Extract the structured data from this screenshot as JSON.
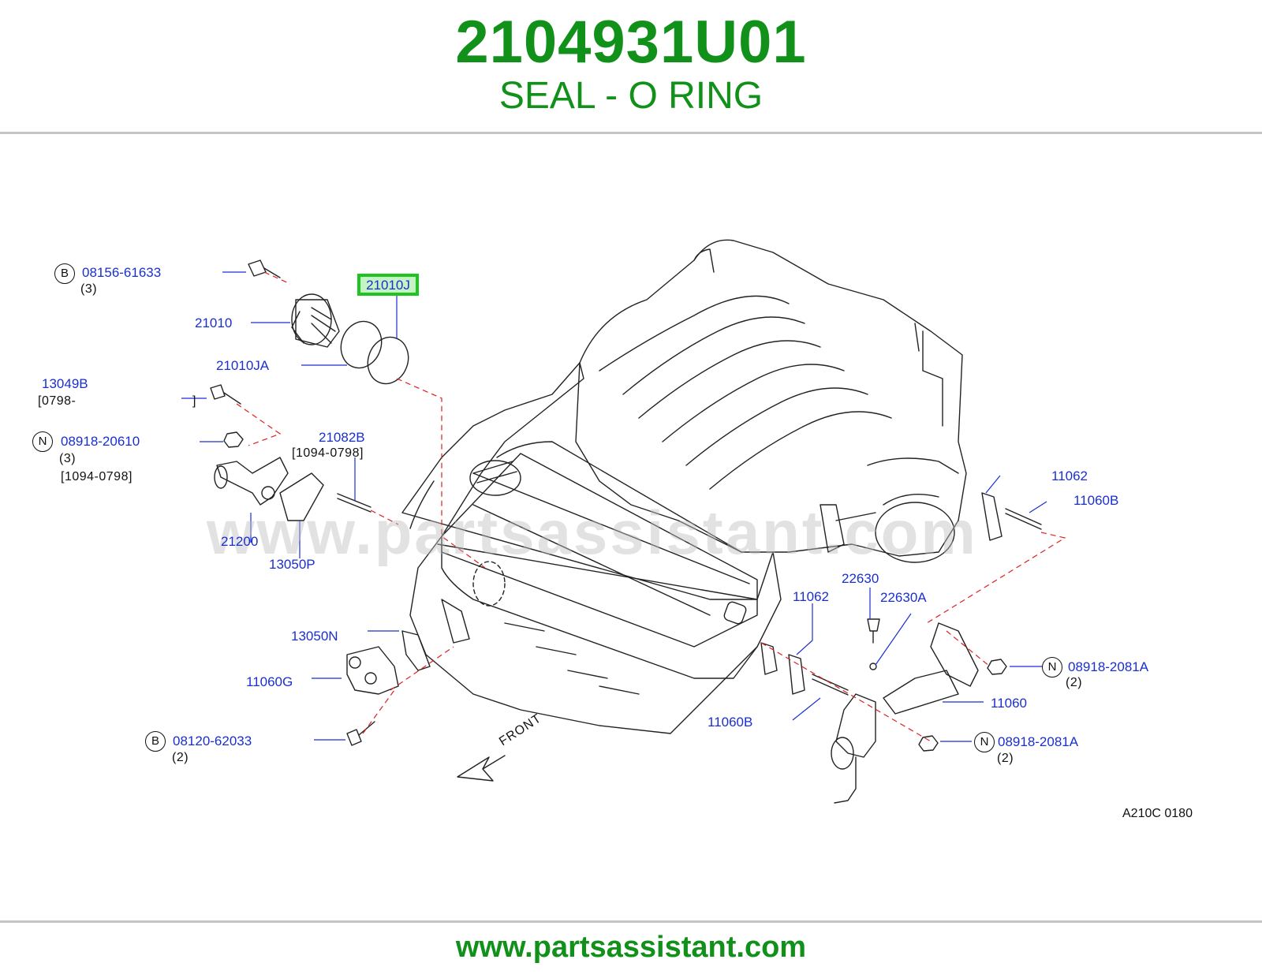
{
  "header": {
    "part_number": "2104931U01",
    "part_name": "SEAL - O RING"
  },
  "footer": {
    "url": "www.partsassistant.com"
  },
  "watermark": "www.partsassistant.com",
  "colors": {
    "brand_green": "#11901a",
    "callout_blue": "#1a2fd0",
    "highlight_border": "#1ec51e",
    "highlight_fill": "#c5f3c5"
  },
  "diagram": {
    "highlighted_callout": "21010J",
    "reference_code": "A210C   0180",
    "front_label": "FRONT",
    "callouts": {
      "c08156": "08156-61633",
      "c21010": "21010",
      "c21010JA": "21010JA",
      "c13049B": "13049B",
      "c08918_20610": "08918-20610",
      "c21082B": "21082B",
      "c21200": "21200",
      "c13050P": "13050P",
      "c13050N": "13050N",
      "c11060G": "11060G",
      "c08120": "08120-62033",
      "c11062_right": "11062",
      "c11060B_right": "11060B",
      "c22630": "22630",
      "c22630A": "22630A",
      "c11062_mid": "11062",
      "c08918_2081A_top": "08918-2081A",
      "c11060": "11060",
      "c11060B_mid": "11060B",
      "c08918_2081A_bottom": "08918-2081A"
    },
    "notes": {
      "q3a": "(3)",
      "date_13049B": "[0798-",
      "date_13049B_close": "]",
      "q3b": "(3)",
      "date_08918": "[1094-0798]",
      "date_21082B": "[1094-0798]",
      "q2a": "(2)",
      "q2b": "(2)",
      "q2c": "(2)"
    },
    "circle_letters": {
      "b1": "B",
      "n1": "N",
      "b2": "B",
      "n2": "N",
      "n3": "N"
    }
  }
}
